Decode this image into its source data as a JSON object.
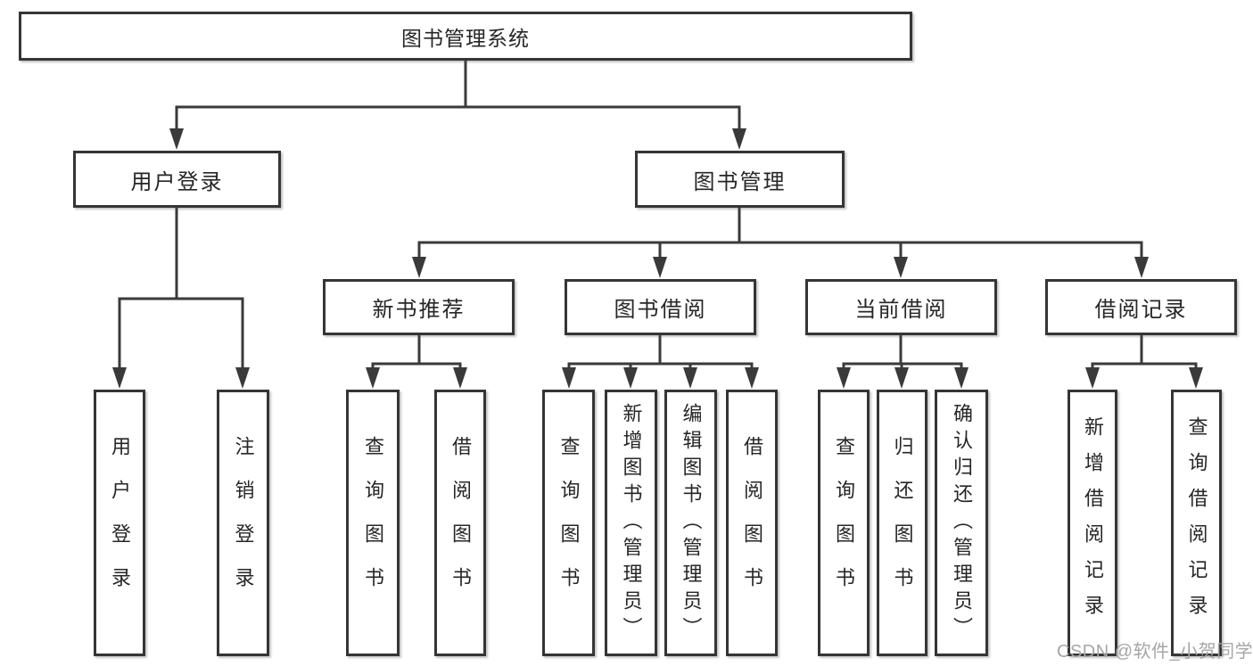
{
  "diagram_title": "图书管理系统",
  "tree": {
    "root": {
      "label": "图书管理系统"
    },
    "level2": [
      {
        "label": "用户登录"
      },
      {
        "label": "图书管理"
      }
    ],
    "level3": [
      {
        "label": "新书推荐"
      },
      {
        "label": "图书借阅"
      },
      {
        "label": "当前借阅"
      },
      {
        "label": "借阅记录"
      }
    ],
    "leaves": {
      "login": [
        {
          "label": "用户登录"
        },
        {
          "label": "注销登录"
        }
      ],
      "newbook": [
        {
          "label": "查询图书"
        },
        {
          "label": "借阅图书"
        }
      ],
      "borrow": [
        {
          "label": "查询图书"
        },
        {
          "label": "新增图书（管理员）"
        },
        {
          "label": "编辑图书（管理员）"
        },
        {
          "label": "借阅图书"
        }
      ],
      "current": [
        {
          "label": "查询图书"
        },
        {
          "label": "归还图书"
        },
        {
          "label": "确认归还（管理员）"
        }
      ],
      "records": [
        {
          "label": "新增借阅记录"
        },
        {
          "label": "查询借阅记录"
        }
      ]
    }
  },
  "watermark": {
    "text": "CSDN @软件_小贺同学"
  },
  "colors": {
    "line": "#3a3a3a",
    "text": "#262626",
    "watermark": "#a6a6a6",
    "background": "#ffffff"
  }
}
